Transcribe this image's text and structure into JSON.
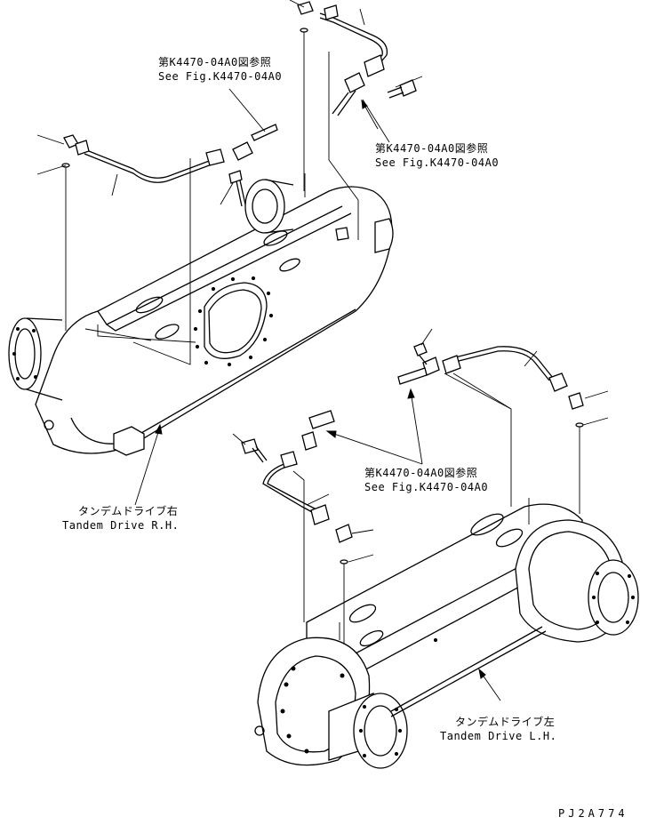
{
  "labels": {
    "ref_top_jp": "第K4470-04A0図参照",
    "ref_top_en": "See Fig.K4470-04A0",
    "ref_mid_jp": "第K4470-04A0図参照",
    "ref_mid_en": "See Fig.K4470-04A0",
    "ref_low_jp": "第K4470-04A0図参照",
    "ref_low_en": "See Fig.K4470-04A0",
    "rh_jp": "タンデムドライブ右",
    "rh_en": "Tandem Drive R.H.",
    "lh_jp": "タンデムドライブ左",
    "lh_en": "Tandem Drive L.H.",
    "drawing_code": "PJ2A774"
  }
}
